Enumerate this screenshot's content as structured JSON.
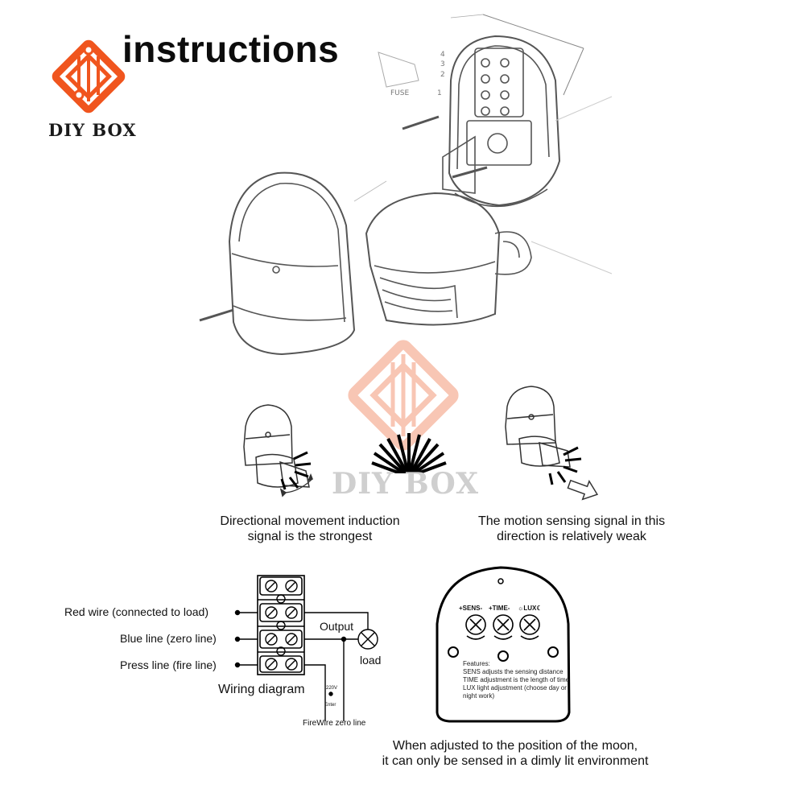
{
  "header": {
    "title": "instructions",
    "brand": "DIY BOX"
  },
  "watermark": {
    "text": "DIY BOX"
  },
  "sensing": {
    "strong_caption_line1": "Directional movement induction",
    "strong_caption_line2": "signal is the strongest",
    "weak_caption_line1": "The motion sensing signal in this",
    "weak_caption_line2": "direction is relatively weak"
  },
  "wiring": {
    "red_wire": "Red wire (connected to load)",
    "blue_line": "Blue line (zero line)",
    "fire_line": "Press line (fire line)",
    "output": "Output",
    "load": "load",
    "title": "Wiring diagram",
    "voltage": "220V",
    "enter": "Enter",
    "bottom_label": "FireWire zero line"
  },
  "panel": {
    "dial_sens": "+SENS-",
    "dial_time": "+TIME-",
    "dial_lux": "☼LUX☾",
    "features_heading": "Features:",
    "features": [
      "SENS adjusts the sensing distance",
      "TIME adjustment is the length of time",
      "LUX light adjustment (choose day or night work)"
    ]
  },
  "moon_note": {
    "line1": "When adjusted to the position of the moon,",
    "line2": "it can only be sensed in a dimly lit environment"
  },
  "colors": {
    "logo_orange": "#f0551e",
    "watermark_orange": "#f6b39b",
    "line_gray": "#555555"
  }
}
